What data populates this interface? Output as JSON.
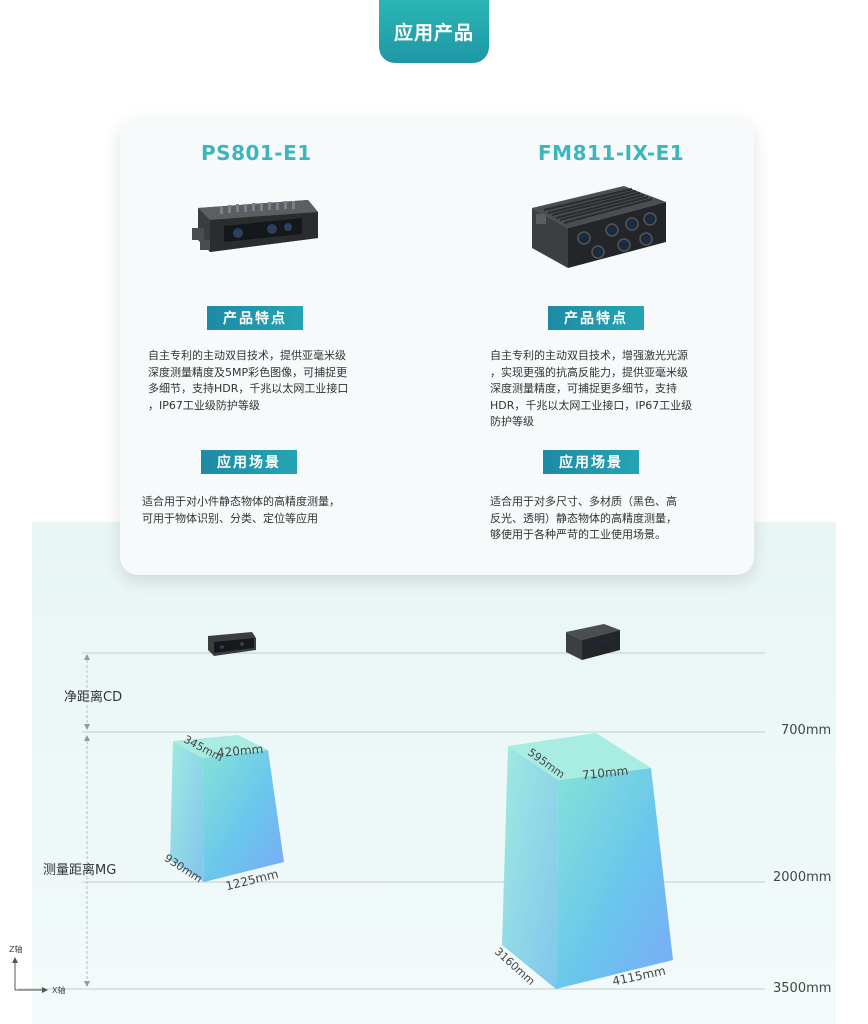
{
  "header": {
    "title": "应用产品"
  },
  "products": [
    {
      "name": "PS801-E1",
      "features_label": "产品特点",
      "features_lines": [
        "自主专利的主动双目技术，提供亚毫米级",
        "深度测量精度及5MP彩色图像，可捕捉更",
        "多细节，支持HDR，千兆以太网工业接口",
        "，IP67工业级防护等级"
      ],
      "scenario_label": "应用场景",
      "scenario_lines": [
        "适合用于对小件静态物体的高精度测量，",
        "可用于物体识别、分类、定位等应用"
      ]
    },
    {
      "name": "FM811-IX-E1",
      "features_label": "产品特点",
      "features_lines": [
        "自主专利的主动双目技术，增强激光光源",
        "，实现更强的抗高反能力，提供亚毫米级",
        "深度测量精度，可捕捉更多细节，支持",
        "HDR，千兆以太网工业接口，IP67工业级",
        "防护等级"
      ],
      "scenario_label": "应用场景",
      "scenario_lines": [
        "适合用于对多尺寸、多材质（黑色、高",
        "反光、透明）静态物体的高精度测量，",
        "够使用于各种严苛的工业使用场景。"
      ]
    }
  ],
  "diagram": {
    "clear_distance_label": "净距离CD",
    "measure_distance_label": "测量距离MG",
    "distance_marks": [
      "700mm",
      "2000mm",
      "3500mm"
    ],
    "z_axis_label": "Z轴",
    "x_axis_label": "X轴",
    "volume_small": {
      "top_depth": "345mm",
      "top_width": "420mm",
      "bottom_depth": "930mm",
      "bottom_width": "1225mm"
    },
    "volume_large": {
      "top_depth": "595mm",
      "top_width": "710mm",
      "bottom_depth": "3160mm",
      "bottom_width": "4115mm"
    }
  },
  "colors": {
    "accent": "#2bb6b4",
    "title_teal": "#3cb5bd",
    "badge": "#1e8aa6"
  }
}
